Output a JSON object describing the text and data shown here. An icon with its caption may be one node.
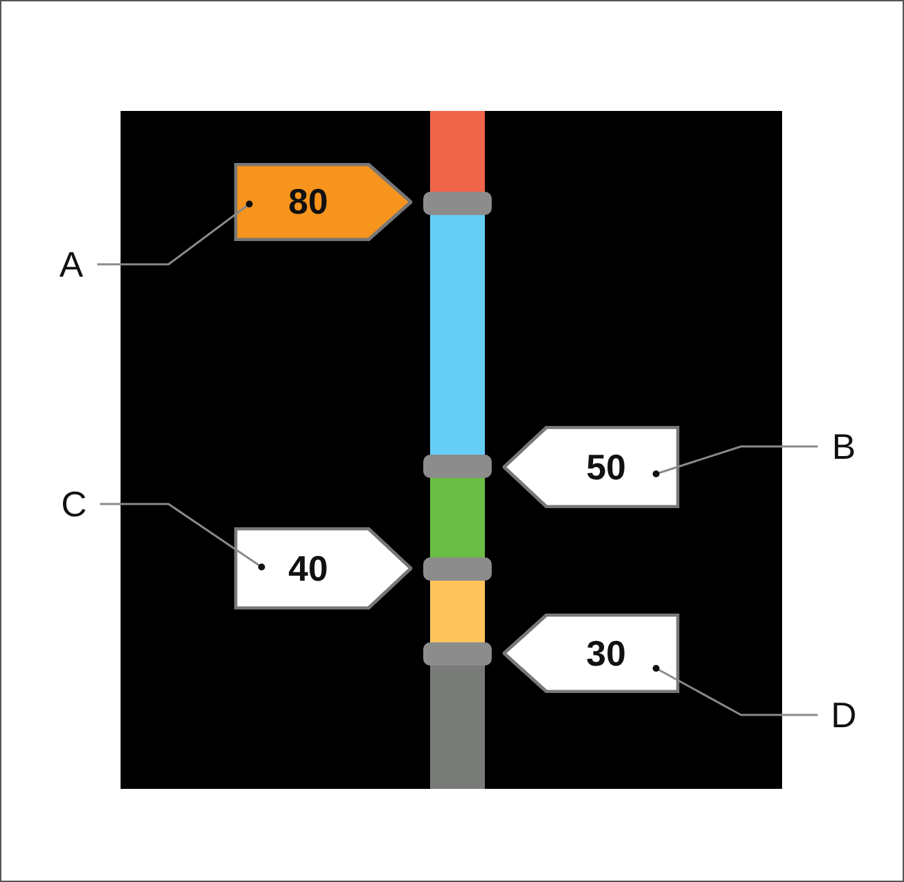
{
  "diagram": {
    "nodes": [
      {
        "text": [
          "A"
        ]
      },
      {
        "text": [
          "80"
        ]
      },
      {
        "text": [
          "B"
        ]
      },
      {
        "text": [
          "50"
        ]
      },
      {
        "text": [
          "C"
        ]
      },
      {
        "text": [
          "40"
        ]
      },
      {
        "text": [
          "D"
        ]
      },
      {
        "text": [
          "30"
        ]
      }
    ],
    "edges": [
      {
        "from": 0,
        "to": 1,
        "arrow": "other"
      },
      {
        "from": 2,
        "to": 3,
        "arrow": "other"
      },
      {
        "from": 4,
        "to": 5,
        "arrow": "other"
      },
      {
        "from": 6,
        "to": 7,
        "arrow": "other"
      }
    ]
  }
}
